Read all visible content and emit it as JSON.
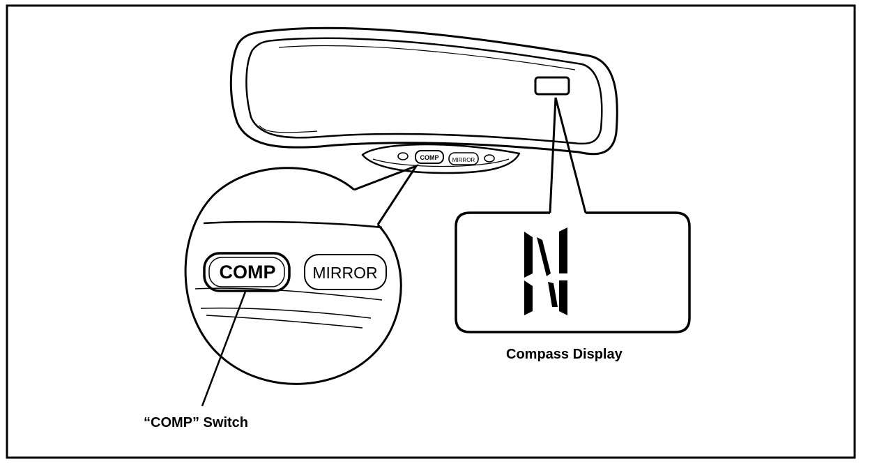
{
  "figure": {
    "mirror_buttons": {
      "comp": "COMP",
      "mirror": "MIRROR"
    },
    "zoom_buttons": {
      "comp": "COMP",
      "mirror": "MIRROR"
    },
    "compass_heading": "N",
    "callouts": {
      "comp_switch": "“COMP” Switch",
      "compass_display": "Compass Display"
    }
  }
}
